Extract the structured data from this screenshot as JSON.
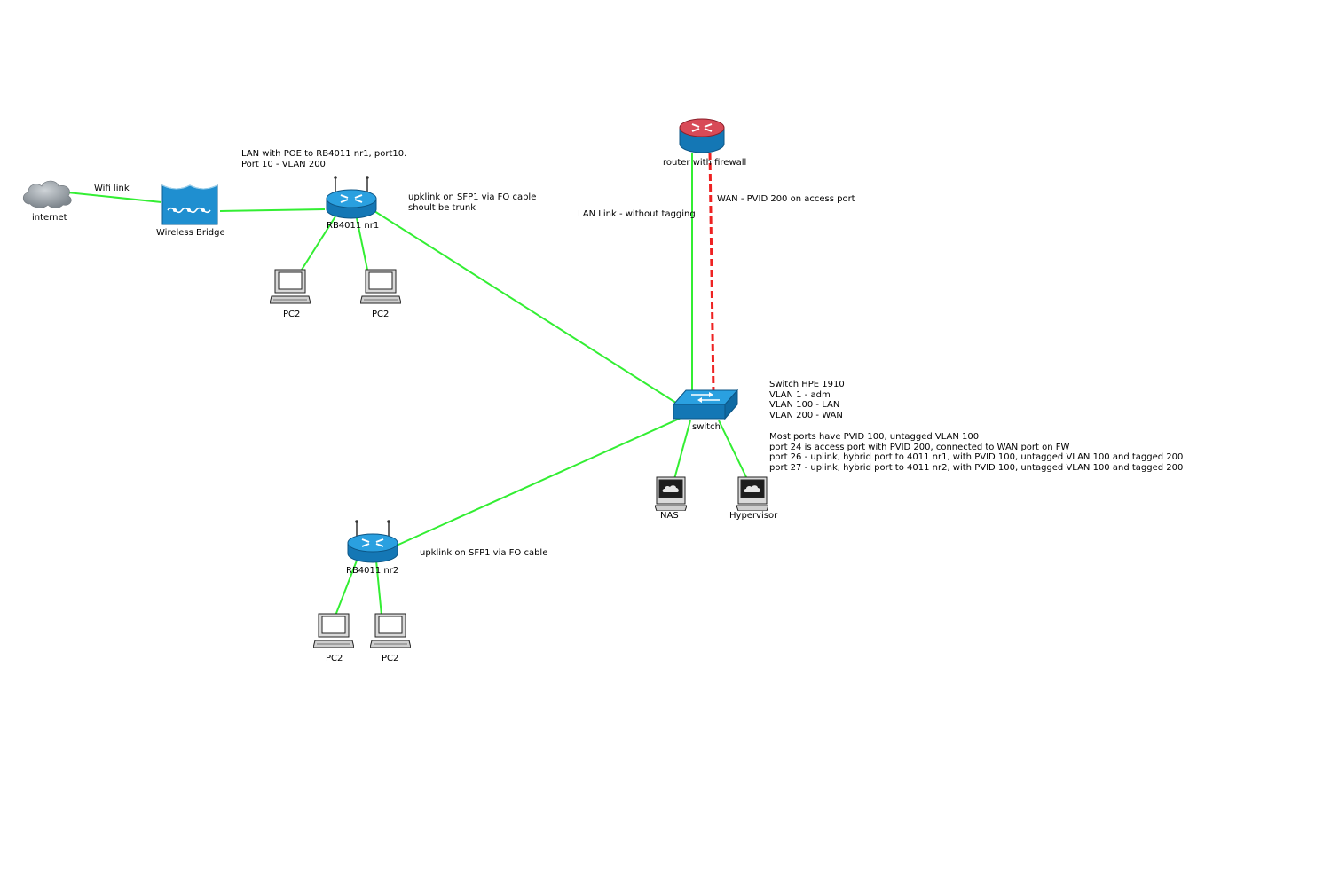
{
  "nodes": {
    "internet": "internet",
    "wireless_bridge": "Wireless Bridge",
    "rb4011_nr1": "RB4011 nr1",
    "rb4011_nr2": "RB4011 nr2",
    "router": "router with firewall",
    "switch": "switch",
    "pc_1": "PC2",
    "pc_2": "PC2",
    "pc_3": "PC2",
    "pc_4": "PC2",
    "nas": "NAS",
    "hypervisor": "Hypervisor"
  },
  "annotations": {
    "wifi_link": "Wifi link",
    "lan_poe": "LAN with POE to RB4011 nr1, port10.\nPort 10 - VLAN 200",
    "uplink_nr1": "upklink on SFP1 via FO cable\nshoult be trunk",
    "uplink_nr2": "upklink on SFP1 via FO cable",
    "lan_link": "LAN Link - without tagging",
    "wan_link": "WAN - PVID 200 on access port",
    "switch_info": "Switch HPE 1910\nVLAN 1 - adm\nVLAN 100 - LAN\nVLAN 200 - WAN",
    "ports_info": "Most ports have PVID 100, untagged VLAN 100\nport 24 is access port with PVID 200, connected to WAN port on FW\nport 26 - uplink, hybrid port to 4011 nr1, with PVID 100, untagged VLAN 100 and tagged 200\nport 27 - uplink, hybrid port to 4011 nr2, with PVID 100, untagged VLAN 100 and tagged 200"
  },
  "colors": {
    "link": "#33ee33",
    "wan_link": "#ee2222",
    "device_blue": "#1f8fd0",
    "router_red": "#d84a57"
  }
}
